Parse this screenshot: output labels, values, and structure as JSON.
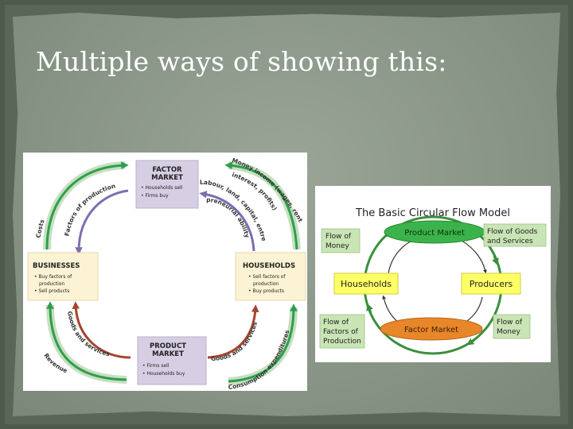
{
  "slide": {
    "title": "Multiple ways of showing this:"
  },
  "diagram1": {
    "factor_market": {
      "title_line1": "FACTOR",
      "title_line2": "MARKET",
      "bullets": [
        "• Households sell",
        "• Firms buy"
      ]
    },
    "product_market": {
      "title_line1": "PRODUCT",
      "title_line2": "MARKET",
      "bullets": [
        "• Firms sell",
        "• Households buy"
      ]
    },
    "businesses": {
      "title": "BUSINESSES",
      "bullets": [
        "• Buy factors of",
        "production",
        "• Sell products"
      ]
    },
    "households": {
      "title": "HOUSEHOLDS",
      "bullets": [
        "• Sell factors of",
        "production",
        "• Buy products"
      ]
    },
    "labels": {
      "costs": "Costs",
      "factors_of_production": "Factors of production",
      "money_income": "Money income (wages, rents,",
      "interest_profits": "interest, profits)",
      "labour": "Labour, land, capital, entre-",
      "preneurial": "preneurial ability",
      "goods_services_left": "Goods and services",
      "revenue": "Revenue",
      "goods_services_right": "Goods and services",
      "consumption": "Consumption expenditures"
    }
  },
  "diagram2": {
    "title": "The Basic Circular Flow Model",
    "product_market": "Product Market",
    "factor_market": "Factor Market",
    "households": "Households",
    "producers": "Producers",
    "flow_money_top_line1": "Flow of",
    "flow_money_top_line2": "Money",
    "flow_goods_line1": "Flow of Goods",
    "flow_goods_line2": "and Services",
    "flow_factors_line1": "Flow of",
    "flow_factors_line2": "Factors of",
    "flow_factors_line3": "Production",
    "flow_money_bottom_line1": "Flow of",
    "flow_money_bottom_line2": "Money"
  },
  "colors": {
    "green_arrow": "#2e9e4e",
    "purple_arrow": "#7f6db0",
    "red_arrow": "#a5452e",
    "box_lavender": "#d6cfe3",
    "box_cream": "#fbf3d3",
    "product_market_green": "#3cb34a",
    "factor_market_orange": "#e8862a",
    "label_yellow": "#ffff66",
    "callout_green": "#c9e4b5"
  }
}
